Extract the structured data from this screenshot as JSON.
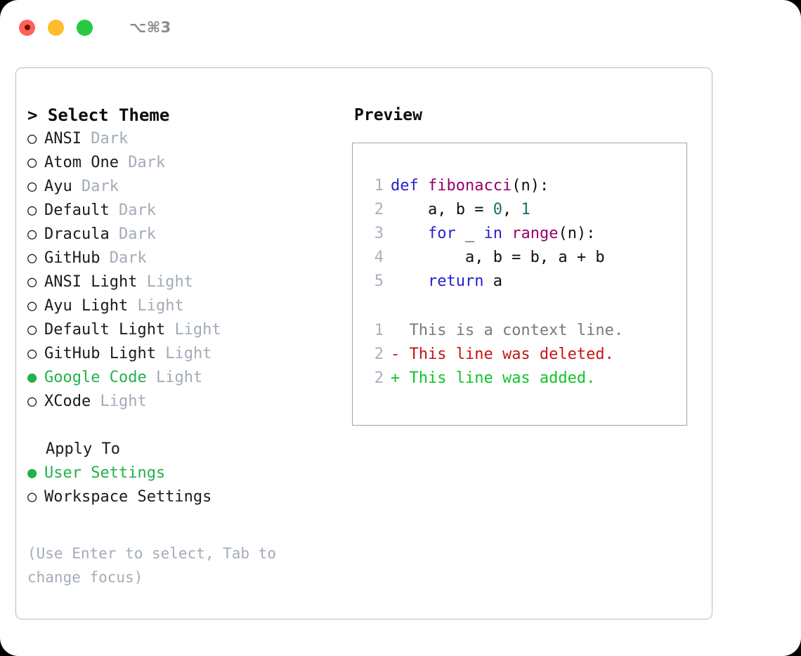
{
  "titlebar": {
    "shortcut": "⌥⌘3",
    "buttons": {
      "close": "close",
      "minimize": "minimize",
      "maximize": "maximize"
    }
  },
  "theme_list": {
    "header": "> Select Theme",
    "items": [
      {
        "bullet": "○",
        "name": "ANSI",
        "kind": "Dark",
        "selected": false
      },
      {
        "bullet": "○",
        "name": "Atom One",
        "kind": "Dark",
        "selected": false
      },
      {
        "bullet": "○",
        "name": "Ayu",
        "kind": "Dark",
        "selected": false
      },
      {
        "bullet": "○",
        "name": "Default",
        "kind": "Dark",
        "selected": false
      },
      {
        "bullet": "○",
        "name": "Dracula",
        "kind": "Dark",
        "selected": false
      },
      {
        "bullet": "○",
        "name": "GitHub",
        "kind": "Dark",
        "selected": false
      },
      {
        "bullet": "○",
        "name": "ANSI Light",
        "kind": "Light",
        "selected": false
      },
      {
        "bullet": "○",
        "name": "Ayu Light",
        "kind": "Light",
        "selected": false
      },
      {
        "bullet": "○",
        "name": "Default Light",
        "kind": "Light",
        "selected": false
      },
      {
        "bullet": "○",
        "name": "GitHub Light",
        "kind": "Light",
        "selected": false
      },
      {
        "bullet": "●",
        "name": "Google Code",
        "kind": "Light",
        "selected": true
      },
      {
        "bullet": "○",
        "name": "XCode",
        "kind": "Light",
        "selected": false
      }
    ]
  },
  "apply_to": {
    "header": "Apply To",
    "items": [
      {
        "bullet": "●",
        "name": "User Settings",
        "selected": true
      },
      {
        "bullet": "○",
        "name": "Workspace Settings",
        "selected": false
      }
    ]
  },
  "hint": "(Use Enter to select, Tab to change focus)",
  "preview": {
    "title": "Preview",
    "code": [
      {
        "ln": "1",
        "tokens": [
          {
            "t": "def ",
            "c": "kw"
          },
          {
            "t": "fibonacci",
            "c": "fn"
          },
          {
            "t": "(n):",
            "c": "plain"
          }
        ]
      },
      {
        "ln": "2",
        "tokens": [
          {
            "t": "    a, b = ",
            "c": "plain"
          },
          {
            "t": "0",
            "c": "num"
          },
          {
            "t": ", ",
            "c": "plain"
          },
          {
            "t": "1",
            "c": "num"
          }
        ]
      },
      {
        "ln": "3",
        "tokens": [
          {
            "t": "    for ",
            "c": "kw"
          },
          {
            "t": "_ ",
            "c": "plain"
          },
          {
            "t": "in ",
            "c": "kw"
          },
          {
            "t": "range",
            "c": "fn"
          },
          {
            "t": "(n):",
            "c": "plain"
          }
        ]
      },
      {
        "ln": "4",
        "tokens": [
          {
            "t": "        a, b = b, a + b",
            "c": "plain"
          }
        ]
      },
      {
        "ln": "5",
        "tokens": [
          {
            "t": "    return ",
            "c": "kw"
          },
          {
            "t": "a",
            "c": "plain"
          }
        ]
      }
    ],
    "diff": [
      {
        "ln": "1",
        "marker": " ",
        "text": "This is a context line.",
        "kind": "d-ctx"
      },
      {
        "ln": "2",
        "marker": "-",
        "text": "This line was deleted.",
        "kind": "d-del"
      },
      {
        "ln": "2",
        "marker": "+",
        "text": "This line was added.",
        "kind": "d-add"
      }
    ]
  },
  "colors": {
    "accent_green": "#21b24b",
    "muted": "#a3abb8",
    "keyword": "#2222cc",
    "function": "#97006b",
    "number": "#137171",
    "diff_added": "#10c32a",
    "diff_deleted": "#c41515",
    "diff_context": "#7a7a7a",
    "border": "#b9bcc2",
    "preview_border": "#99a3b3"
  }
}
